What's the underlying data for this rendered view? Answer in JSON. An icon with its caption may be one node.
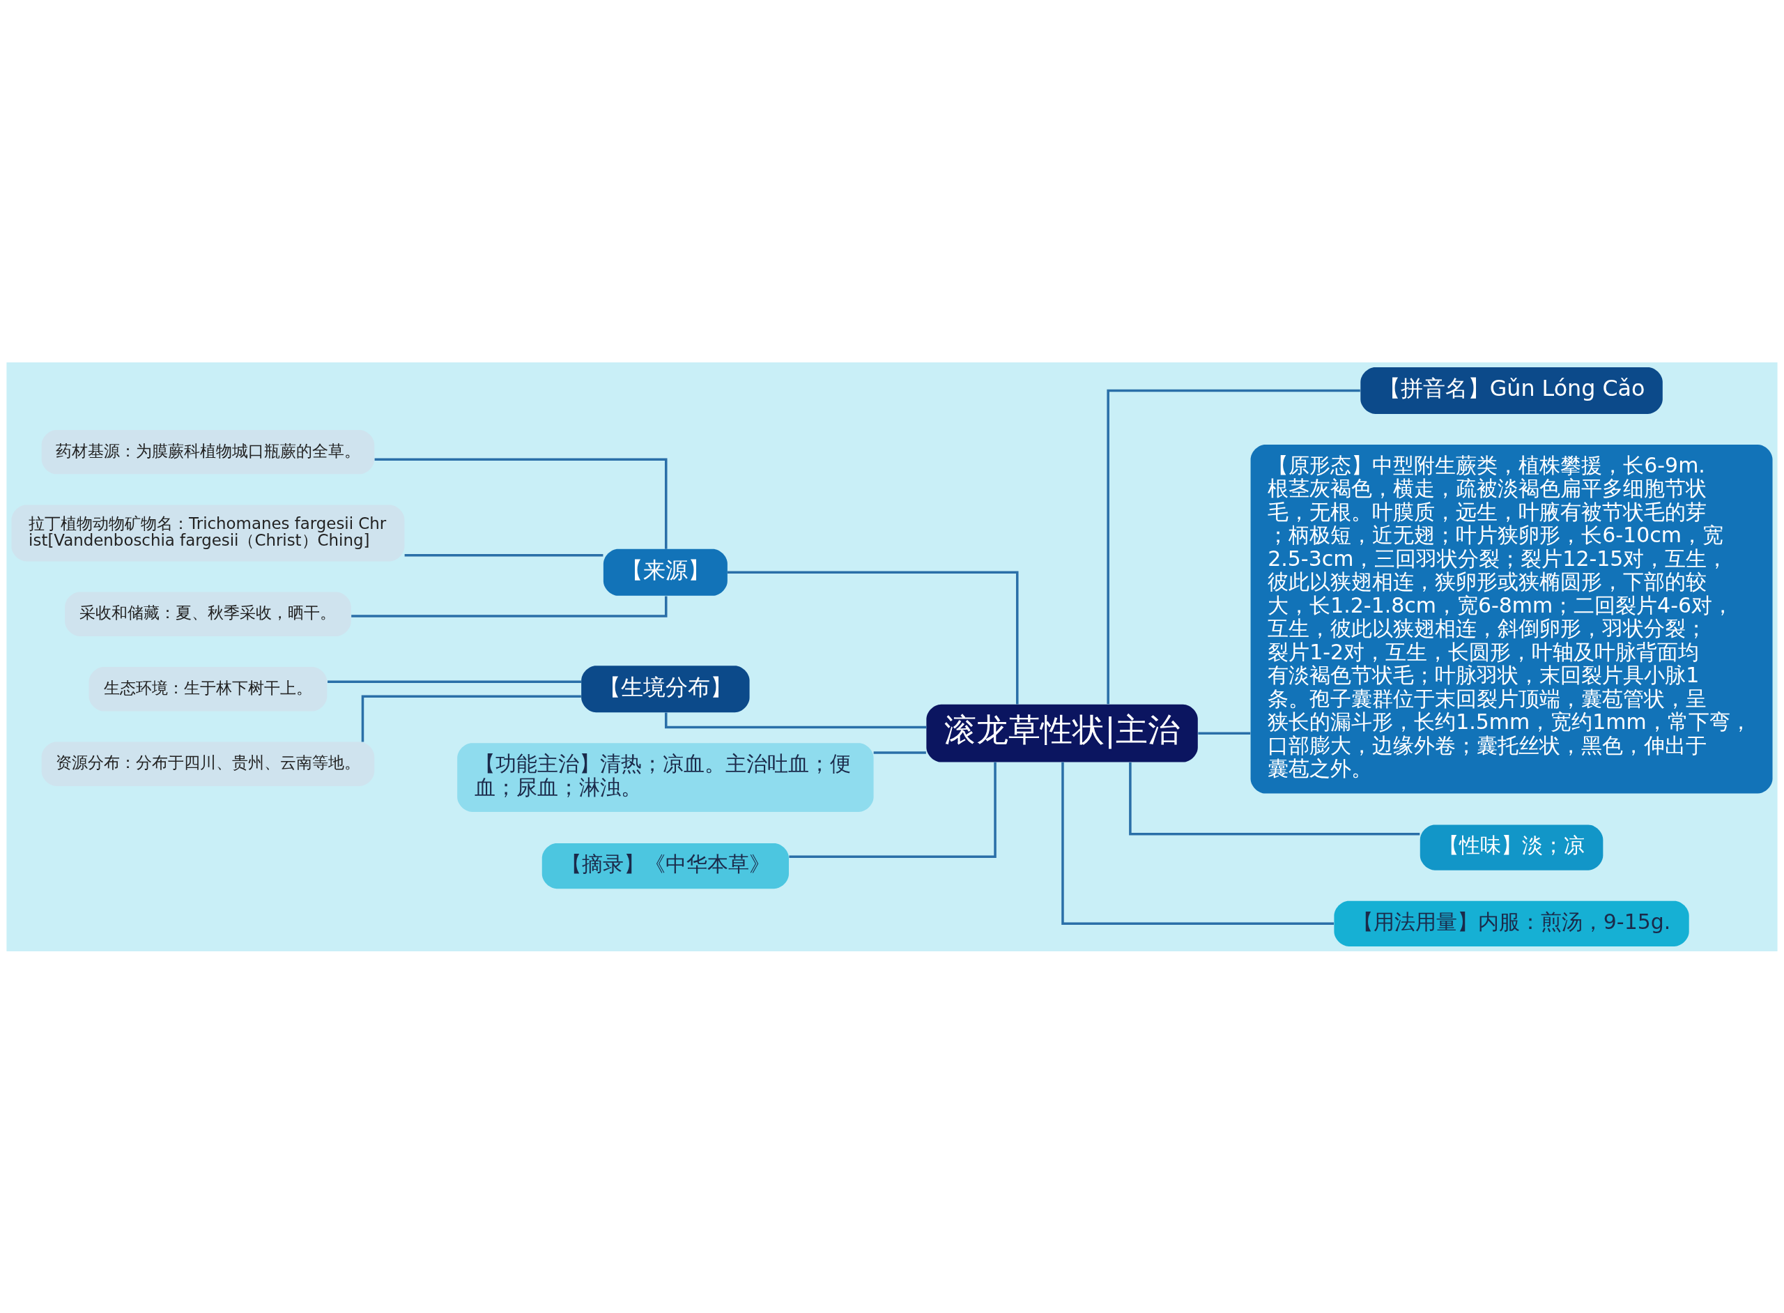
{
  "diagram": {
    "nodes": [
      {
        "text": [
          "滚龙草性状|主治"
        ]
      },
      {
        "text": [
          "【来源】"
        ]
      },
      {
        "text": [
          "药材基源：为膜蕨科植物城口瓶蕨的全草。"
        ]
      },
      {
        "text": [
          "拉丁植物动物矿物名：Trichomanes fargesii Christ[Vandenboschia fargesii（Christ）Ching]"
        ]
      },
      {
        "text": [
          "采收和储藏：夏、秋季采收，晒干。"
        ]
      },
      {
        "text": [
          "【生境分布】"
        ]
      },
      {
        "text": [
          "生态环境：生于林下树干上。"
        ]
      },
      {
        "text": [
          "资源分布：分布于四川、贵州、云南等地。"
        ]
      },
      {
        "text": [
          "【功能主治】清热；凉血。主治吐血；便血；尿血；淋浊。"
        ]
      },
      {
        "text": [
          "【摘录】《中华本草》"
        ]
      },
      {
        "text": [
          "【拼音名】Gǔn Lóng Cǎo"
        ]
      },
      {
        "text": [
          "【原形态】中型附生蕨类，植株攀援，长6-9m.根茎灰褐色，横走，疏被淡褐色扁平多细胞节状毛，无根。叶膜质，远生，叶腋有被节状毛的芽；柄极短，近无翅；叶片狭卵形，长6-10cm，宽2.5-3cm，三回羽状分裂；裂片12-15对，互生，彼此以狭翅相连，狭卵形或狭椭圆形，下部的较大，长1.2-1.8cm，宽6-8mm；二回裂片4-6对，互生，彼此以狭翅相连，斜倒卵形，羽状分裂；裂片1-2对，互生，长圆形，叶轴及叶脉背面均有淡褐色节状毛；叶脉羽状，末回裂片具小脉1条。孢子囊群位于末回裂片顶端，囊苞管状，呈狭长的漏斗形，长约1.5mm，宽约1mm，常下弯，口部膨大，边缘外卷；囊托丝状，黑色，伸出于囊苞之外。"
        ]
      },
      {
        "text": [
          "【性味】淡；凉"
        ]
      },
      {
        "text": [
          "【用法用量】内服：煎汤，9-15g."
        ]
      }
    ],
    "edges": [
      {
        "from": 0,
        "to": 1,
        "arrow": "none"
      },
      {
        "from": 1,
        "to": 2,
        "arrow": "none"
      },
      {
        "from": 1,
        "to": 3,
        "arrow": "none"
      },
      {
        "from": 1,
        "to": 4,
        "arrow": "none"
      },
      {
        "from": 0,
        "to": 5,
        "arrow": "none"
      },
      {
        "from": 5,
        "to": 6,
        "arrow": "none"
      },
      {
        "from": 5,
        "to": 7,
        "arrow": "none"
      },
      {
        "from": 0,
        "to": 8,
        "arrow": "none"
      },
      {
        "from": 0,
        "to": 9,
        "arrow": "none"
      },
      {
        "from": 0,
        "to": 10,
        "arrow": "none"
      },
      {
        "from": 0,
        "to": 11,
        "arrow": "none"
      },
      {
        "from": 0,
        "to": 12,
        "arrow": "none"
      },
      {
        "from": 0,
        "to": 13,
        "arrow": "none"
      }
    ]
  }
}
